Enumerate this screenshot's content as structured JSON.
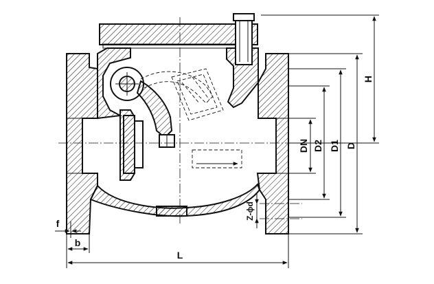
{
  "labels": {
    "dn": "DN",
    "d2": "D2",
    "d1": "D1",
    "d": "D",
    "h": "H",
    "l": "L",
    "b": "b",
    "f": "f",
    "z_phi_d": "Z-ϕd"
  },
  "colors": {
    "line": "#111111",
    "hatch": "#111111",
    "background": "#ffffff"
  }
}
